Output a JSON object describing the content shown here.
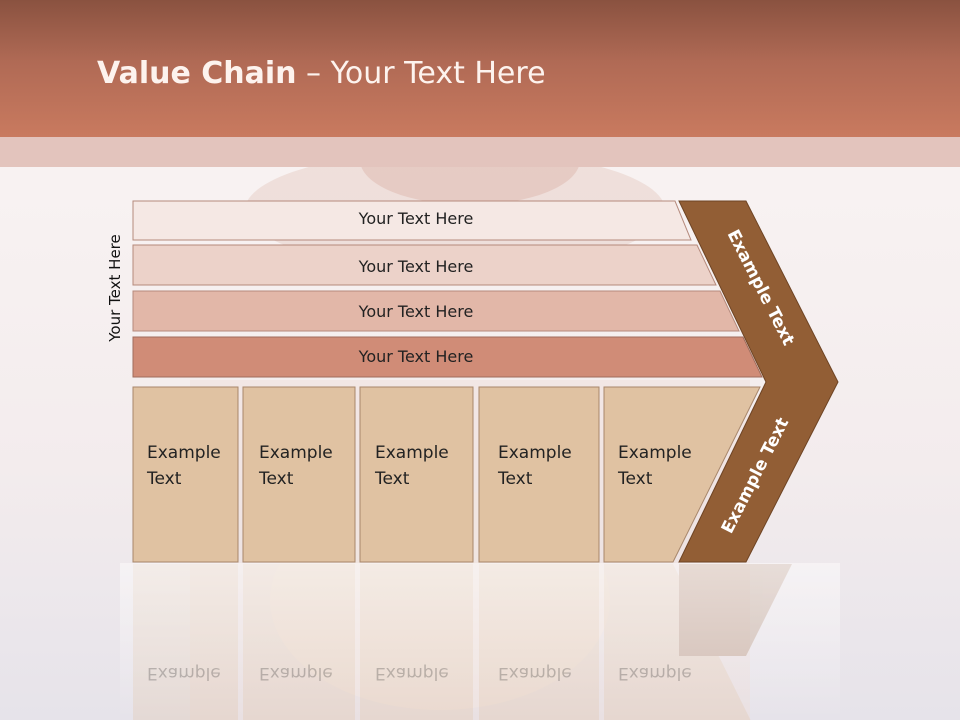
{
  "slide": {
    "title_bold": "Value Chain",
    "title_rest": " – Your Text Here",
    "side_label": "Your Text Here"
  },
  "rows": [
    {
      "label": "Your Text Here",
      "color": "#f5e8e4"
    },
    {
      "label": "Your Text Here",
      "color": "#ecd2c9"
    },
    {
      "label": "Your Text Here",
      "color": "#e2b7a8"
    },
    {
      "label": "Your Text Here",
      "color": "#d08c77"
    }
  ],
  "boxes": [
    {
      "line1": "Example",
      "line2": "Text"
    },
    {
      "line1": "Example",
      "line2": "Text"
    },
    {
      "line1": "Example",
      "line2": "Text"
    },
    {
      "line1": "Example",
      "line2": "Text"
    },
    {
      "line1": "Example",
      "line2": "Text"
    }
  ],
  "chevron_top_label": "Example Text",
  "chevron_bottom_label": "Example Text",
  "colors": {
    "header": "#b06a55",
    "box_fill": "#e0c2a2",
    "chevron": "#925e35"
  }
}
